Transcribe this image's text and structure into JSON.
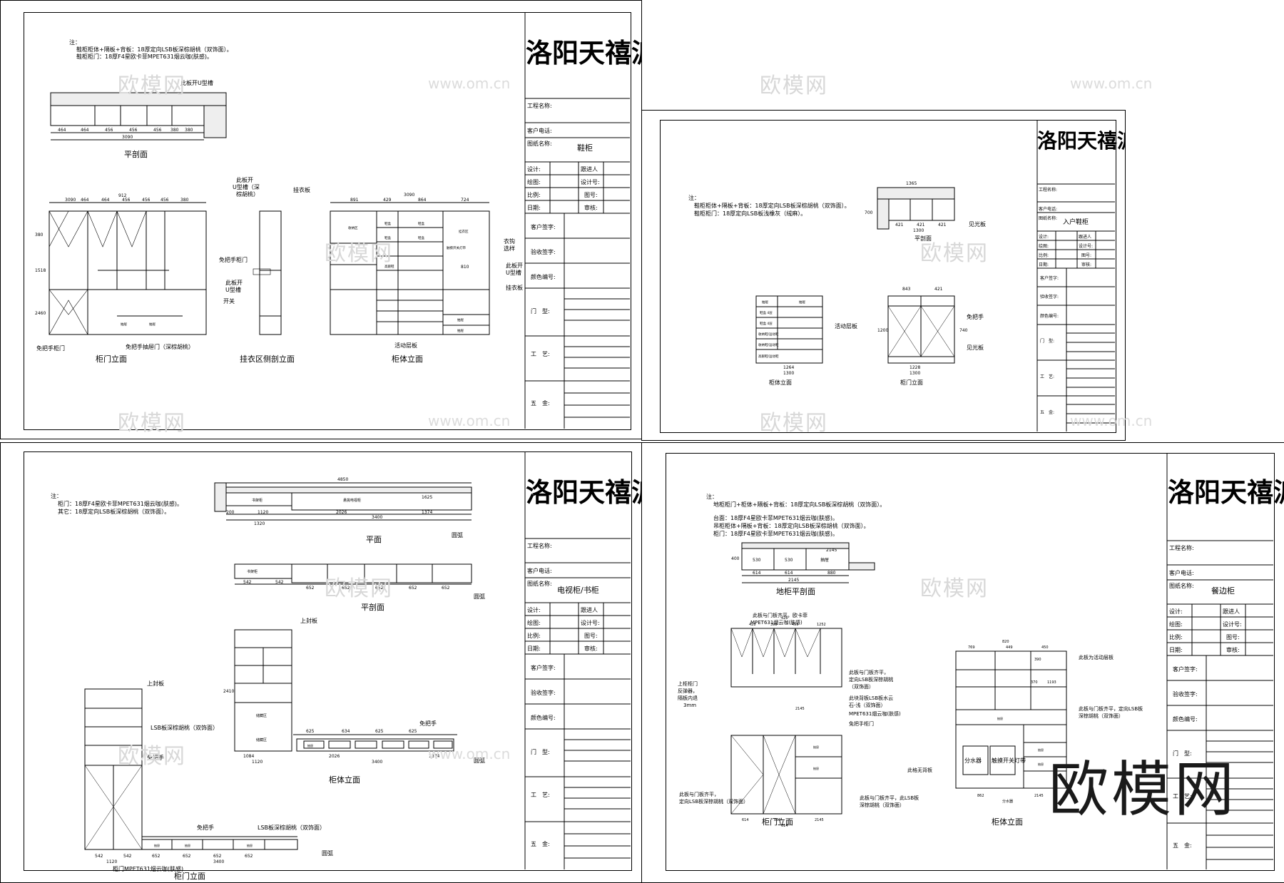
{
  "title_block": {
    "brand": "洛阳天禧派",
    "labels": {
      "project": "工程名称:",
      "phone": "客户电话:",
      "drawing_name": "图纸名称:",
      "design": "设计:",
      "follow": "跟进人",
      "draw": "绘图:",
      "design_no": "设计号:",
      "scale": "比例:",
      "sheet_no": "图号:",
      "date": "日期:",
      "review": "审核:",
      "client_sign": "客户签字:",
      "accept_sign": "验收签字:",
      "color_no": "颜色编号:",
      "door": "门　型:",
      "craft": "工　艺:",
      "hardware": "五　金:"
    }
  },
  "sheets": [
    {
      "drawing_name": "鞋柜",
      "notes": [
        "注：",
        "鞋柜柜体+隔板+背板：18厚定向LSB板深棕胡桃（双饰面）。",
        "鞋柜柜门：18厚F4星欧卡菲MPET631烟云咖(肤感)。"
      ],
      "view_labels": [
        "平剖面",
        "柜门立面",
        "挂衣区侧剖立面",
        "柜体立面"
      ],
      "callouts": [
        "此板开U型槽",
        "此板开",
        "U型槽（深",
        "棕胡桃）",
        "挂衣板",
        "免把手柜门",
        "此板开",
        "U型槽",
        "开关",
        "免把手柜门",
        "免把手抽屉门（深棕胡桃）",
        "衣钩",
        "选样",
        "此板开",
        "U型槽",
        "挂衣板",
        "活动层板"
      ],
      "dims": [
        "464",
        "464",
        "456",
        "456",
        "456",
        "380",
        "380",
        "3090",
        "3090",
        "464",
        "464",
        "456",
        "456",
        "456",
        "380",
        "380",
        "1518",
        "2460",
        "912",
        "3090",
        "891",
        "429",
        "864",
        "724",
        "810",
        "抽屉",
        "抽屉",
        "鞋盒",
        "鞋盒",
        "鞋盒",
        "鞋盒",
        "高跟鞋",
        "触摸开关灯带",
        "收纳区",
        "挂衣区",
        "抽屉",
        "抽屉"
      ]
    },
    {
      "drawing_name": "入户鞋柜",
      "notes": [
        "注：",
        "鞋柜柜体+隔板+背板：18厚定向LSB板深棕胡桃（双饰面）。",
        "鞋柜柜门：18厚定向LSB板浅橡灰（绒麻）。"
      ],
      "view_labels": [
        "平剖面",
        "柜体立面",
        "柜门立面"
      ],
      "callouts": [
        "见光板",
        "活动层板",
        "免把手",
        "见光板"
      ],
      "dims": [
        "1365",
        "421",
        "421",
        "421",
        "1300",
        "700",
        "1264",
        "1300",
        "843",
        "421",
        "1228",
        "1300",
        "1200",
        "740",
        "抽屉",
        "抽屉",
        "鞋盒 4层",
        "鞋盒 4层",
        "收纳鞋/运动鞋",
        "收纳鞋/运动鞋",
        "高跟鞋/运动鞋"
      ]
    },
    {
      "drawing_name": "电视柜/书柜",
      "notes": [
        "注：",
        "柜门：18厚F4星欧卡菲MPET631烟云咖(肤感)。",
        "其它：18厚定向LSB板深棕胡桃（双饰面）。"
      ],
      "view_labels": [
        "平面",
        "平剖面",
        "柜门立面",
        "柜体立面"
      ],
      "callouts": [
        "圆弧",
        "圆弧",
        "上封板",
        "上封板",
        "LSB板深棕胡桃（双饰面）",
        "免把手",
        "免把手",
        "免把手",
        "LSB板深棕胡桃（双饰面）",
        "圆弧",
        "柜门MPET631烟云咖(肤感)",
        "圆弧"
      ],
      "dims": [
        "4850",
        "1625",
        "200",
        "1120",
        "2026",
        "1374",
        "3400",
        "1320",
        "书架柜",
        "悬挑电视柜",
        "542",
        "542",
        "652",
        "652",
        "652",
        "652",
        "652",
        "书架柜",
        "储藏区",
        "储藏区",
        "2410",
        "625",
        "634",
        "625",
        "625",
        "1084",
        "2026",
        "1374",
        "1120",
        "3400",
        "抽屉",
        "542",
        "542",
        "652",
        "652",
        "652",
        "652",
        "1120",
        "3400",
        "抽屉",
        "抽屉",
        "抽屉"
      ]
    },
    {
      "drawing_name": "餐边柜",
      "notes": [
        "注：",
        "地柜柜门+柜体+隔板+背板：18厚定向LSB板深棕胡桃（双饰面）。",
        "台面：18厚F4星欧卡菲MPET631烟云咖(肤感)。",
        "吊柜柜体+隔板+背板：18厚定向LSB板深棕胡桃（双饰面）。",
        "柜门：18厚F4星欧卡菲MPET631烟云咖(肤感)。"
      ],
      "view_labels": [
        "地柜平剖面",
        "柜门立面",
        "柜体立面"
      ],
      "callouts": [
        "此板与门板齐平，欧卡菲",
        "MPET631烟云咖(肤感)",
        "上柜柜门",
        "反弹器，",
        "隔板内退",
        "3mm",
        "此板与门板齐平，",
        "定向LSB板深棕胡桃",
        "（双饰面）",
        "此块背板LSB板水云",
        "石-浅（双饰面）",
        "MPET631烟云咖(肤感)",
        "免把手柜门",
        "此板与门板齐平，",
        "定向LSB板深棕胡桃（双饰面）",
        "此板与门板齐平，此LSB板",
        "深棕胡桃（双饰面）",
        "此板为活动层板",
        "此板与门板齐平，定向LSB板",
        "深棕胡桃（双饰面）",
        "此格无背板"
      ],
      "dims": [
        "2145",
        "614",
        "614",
        "880",
        "530",
        "530",
        "抽屉",
        "400",
        "2145",
        "428",
        "428",
        "398",
        "455",
        "1252",
        "2145",
        "614",
        "614",
        "880",
        "2145",
        "820",
        "769",
        "449",
        "450",
        "390",
        "370",
        "1193",
        "862",
        "2145",
        "分水器",
        "分水器",
        "触摸开关灯带",
        "抽屉",
        "抽屉",
        "抽屉"
      ]
    }
  ],
  "watermarks": {
    "logo": "欧模网",
    "url": "www.om.cn",
    "big": "欧模网"
  }
}
